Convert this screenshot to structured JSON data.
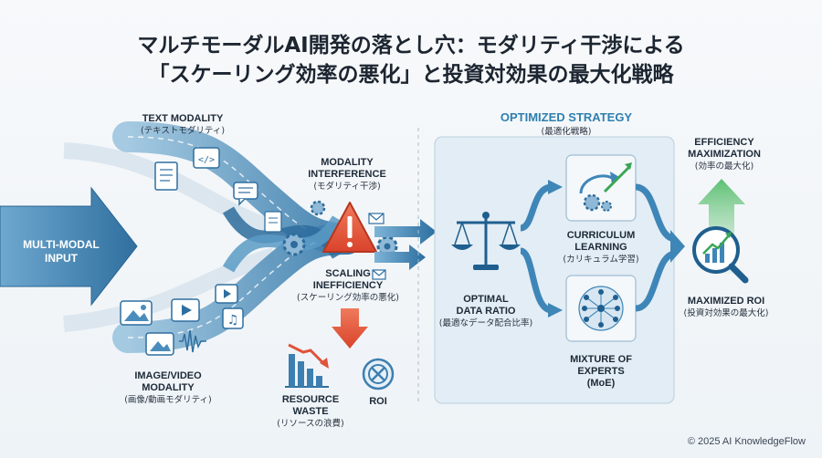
{
  "title": {
    "line1": "マルチモーダルAI開発の落とし穴：モダリティ干渉による",
    "line2": "「スケーリング効率の悪化」と投資対効果の最大化戦略"
  },
  "input": {
    "label": "MULTI-MODAL INPUT"
  },
  "text_modality": {
    "en": "TEXT MODALITY",
    "jp": "(テキストモダリティ)"
  },
  "image_modality": {
    "en_1": "IMAGE/VIDEO",
    "en_2": "MODALITY",
    "jp": "(画像/動画モダリティ)"
  },
  "interference": {
    "en_1": "MODALITY",
    "en_2": "INTERFERENCE",
    "jp": "(モダリティ干渉)"
  },
  "scaling": {
    "en_1": "SCALING",
    "en_2": "INEFFICIENCY",
    "jp": "(スケーリング効率の悪化)"
  },
  "waste": {
    "en_1": "RESOURCE",
    "en_2": "WASTE",
    "jp": "(リソースの浪費)"
  },
  "roi_low": {
    "en": "ROI"
  },
  "strategy": {
    "en": "OPTIMIZED STRATEGY",
    "jp": "(最適化戦略)"
  },
  "data_ratio": {
    "en_1": "OPTIMAL",
    "en_2": "DATA RATIO",
    "jp": "(最適なデータ配合比率)"
  },
  "curriculum": {
    "en_1": "CURRICULUM",
    "en_2": "LEARNING",
    "jp": "(カリキュラム学習)"
  },
  "moe": {
    "en_1": "MIXTURE OF",
    "en_2": "EXPERTS",
    "en_3": "(MoE)"
  },
  "efficiency": {
    "en_1": "EFFICIENCY",
    "en_2": "MAXIMIZATION",
    "jp": "(効率の最大化)"
  },
  "roi_max": {
    "en": "MAXIMIZED ROI",
    "jp": "(投資対効果の最大化)"
  },
  "icons": [
    "code-icon",
    "document-icon",
    "chat-icon",
    "image-icon",
    "video-icon",
    "music-note-icon",
    "gear-icon",
    "warning-icon",
    "mail-icon",
    "scale-icon",
    "chart-up-icon",
    "neural-network-icon",
    "magnifier-chart-icon",
    "blocked-icon"
  ],
  "colors": {
    "flow_blue": "#3f86b8",
    "dark_blue": "#1f5f8f",
    "warning_red": "#e0533a",
    "accent_green": "#3aa655",
    "panel_bg": "#e3edf5"
  },
  "footer": {
    "copyright": "© 2025 AI KnowledgeFlow"
  }
}
